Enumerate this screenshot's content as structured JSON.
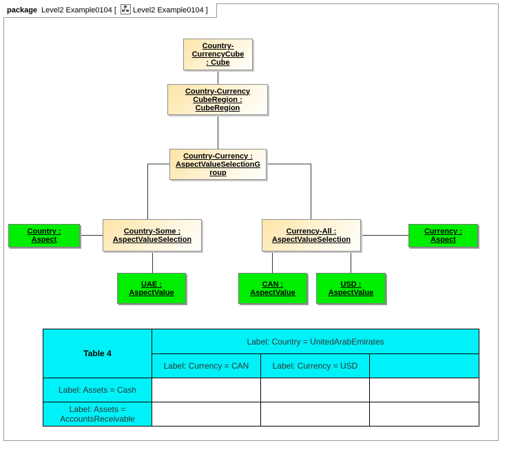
{
  "package": {
    "keyword": "package",
    "name": "Level2 Example0104",
    "bracket_open": "[",
    "diagram_name": "Level2 Example0104",
    "bracket_close": "]",
    "icon": "diagram-icon"
  },
  "nodes": {
    "cube": [
      "Country-",
      "CurrencyCube",
      ": Cube"
    ],
    "cube_region": [
      "Country-Currency",
      "CubeRegion :",
      "CubeRegion"
    ],
    "selection_group": [
      "Country-Currency :",
      "AspectValueSelectionG",
      "roup"
    ],
    "country_some": [
      "Country-Some :",
      "AspectValueSelection"
    ],
    "currency_all": [
      "Currency-All :",
      "AspectValueSelection"
    ],
    "country_aspect": [
      "Country :",
      "Aspect"
    ],
    "currency_aspect": [
      "Currency :",
      "Aspect"
    ],
    "uae": [
      "UAE :",
      "AspectValue"
    ],
    "can": [
      "CAN :",
      "AspectValue"
    ],
    "usd": [
      "USD :",
      "AspectValue"
    ]
  },
  "colors": {
    "instance_fill": "#fde4a7",
    "aspect_fill": "#00ee00",
    "table_header": "#00f1f7"
  },
  "table": {
    "title": "Table 4",
    "top_header": "Label: Country = UnitedArabEmirates",
    "col_headers": [
      "Label: Currency = CAN",
      "Label: Currency = USD",
      ""
    ],
    "rows": [
      {
        "label": "Label: Assets = Cash",
        "cells": [
          "",
          "",
          ""
        ]
      },
      {
        "label": "Label: Assets = AccountsReceivable",
        "cells": [
          "",
          "",
          ""
        ]
      }
    ]
  }
}
